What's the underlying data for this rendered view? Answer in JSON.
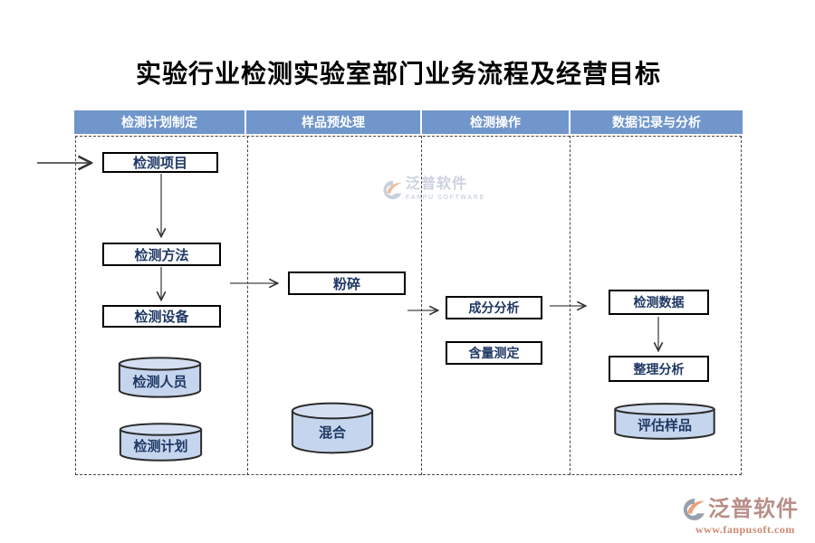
{
  "title": "实验行业检测实验室部门业务流程及经营目标",
  "lanes": [
    {
      "label": "检测计划制定"
    },
    {
      "label": "样品预处理"
    },
    {
      "label": "检测操作"
    },
    {
      "label": "数据记录与分析"
    }
  ],
  "nodes": {
    "jiance_xiangmu": "检测项目",
    "jiance_fangfa": "检测方法",
    "jiance_shebei": "检测设备",
    "jiance_renyuan": "检测人员",
    "jiance_jihua": "检测计划",
    "fensui": "粉碎",
    "hunhe": "混合",
    "chengfen_fenxi": "成分分析",
    "hanliang_ceding": "含量测定",
    "jiance_shuju": "检测数据",
    "zhengli_fenxi": "整理分析",
    "pinggu_yangpin": "评估样品"
  },
  "watermark": {
    "brand": "泛普软件",
    "subtitle": "FANPU SOFTWARE"
  },
  "footer_logo": {
    "brand": "泛普软件",
    "website": "www.fanpusoft.com"
  },
  "colors": {
    "lane_header_bg": "#7096CB",
    "node_text": "#1F3864",
    "cylinder_fill": "#C5D5ED",
    "watermark_text": "#C9D0DE",
    "brand_text": "#B98E88",
    "website_text": "#CE8870"
  }
}
